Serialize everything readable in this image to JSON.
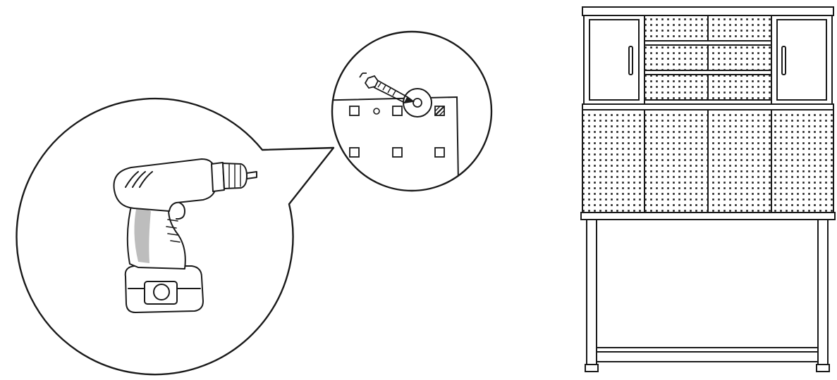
{
  "colors": {
    "line": "#1a1a1a",
    "background": "#ffffff",
    "grip_shade": "#bdbdbd"
  },
  "figure": {
    "detail_callout": {
      "tool": "drill-icon",
      "pegboard_hole_rows": 2,
      "pegboard_hole_columns": 3
    },
    "cabinet": {
      "upper_side_doors": 2,
      "upper_center_shelves": 3,
      "lower_pegboard_panels": 4,
      "legs": 2
    }
  }
}
